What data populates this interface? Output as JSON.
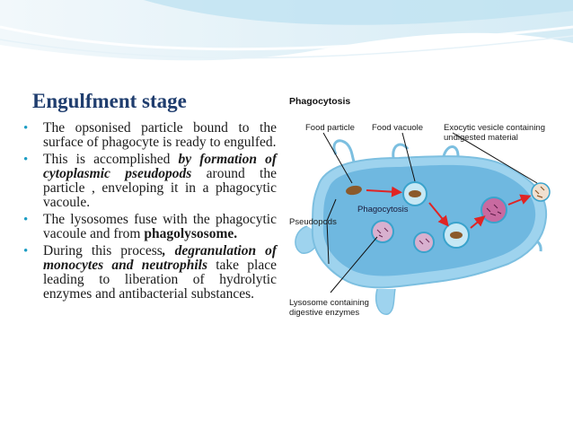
{
  "slide": {
    "title": "Engulfment stage",
    "bullets": [
      {
        "parts": [
          {
            "text": "The opsonised particle bound to the surface of phagocyte is ready to engulfed."
          }
        ]
      },
      {
        "parts": [
          {
            "text": "This is accomplished "
          },
          {
            "text": "by formation of cytoplasmic pseudopods",
            "style": "em"
          },
          {
            "text": " around the particle , enveloping it in a phagocytic vacoule."
          }
        ]
      },
      {
        "parts": [
          {
            "text": "The lysosomes fuse with the phagocytic vacoule and from "
          },
          {
            "text": "phagolysosome.",
            "style": "b"
          }
        ]
      },
      {
        "parts": [
          {
            "text": "During this process"
          },
          {
            "text": ", degranulation of monocytes and neutrophils",
            "style": "em"
          },
          {
            "text": " take place leading to liberation of hydrolytic enzymes and antibacterial substances."
          }
        ]
      }
    ]
  },
  "figure": {
    "title": "Phagocytosis",
    "labels": {
      "food_particle": "Food particle",
      "food_vacuole": "Food vacuole",
      "exocytic_line1": "Exocytic vesicle containing",
      "exocytic_line2": "undigested material",
      "center": "Phagocytosis",
      "pseudopods": "Pseudopods",
      "lysosome_line1": "Lysosome containing",
      "lysosome_line2": "digestive enzymes"
    }
  },
  "colors": {
    "title": "#1f3d6e",
    "bullet": "#1d9dc4",
    "cell_membrane": "#9ed3ee",
    "cytoplasm": "#6fb8e0",
    "vacuole": "#3aa3cc",
    "particle": "#8b5a2b",
    "arrow": "#e02424"
  }
}
